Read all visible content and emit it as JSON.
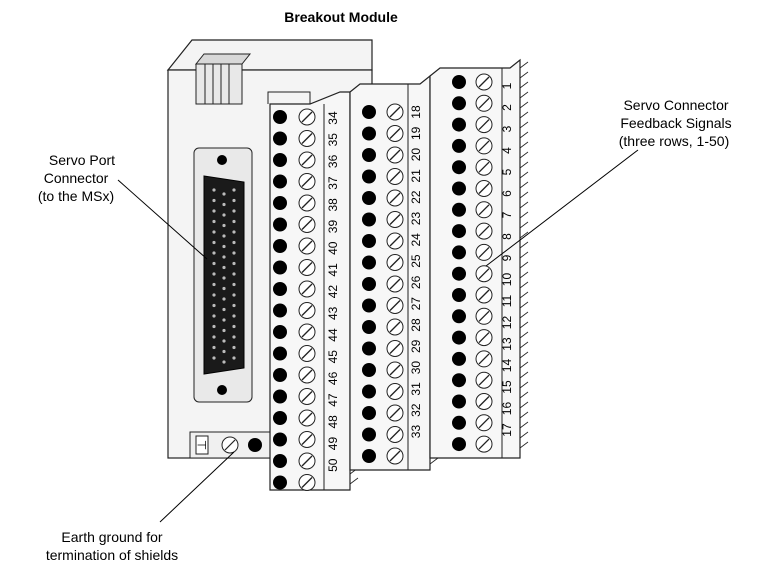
{
  "title": "Breakout Module",
  "callouts": {
    "servo_port": [
      "Servo Port",
      "Connector",
      "(to the MSx)"
    ],
    "feedback": [
      "Servo Connector",
      "Feedback Signals",
      "(three rows, 1-50)"
    ],
    "earth_ground": [
      "Earth ground for",
      "termination of shields"
    ]
  },
  "terminal_strips": {
    "right": {
      "range": [
        1,
        17
      ],
      "label_count": 17
    },
    "middle": {
      "range": [
        18,
        33
      ],
      "label_count": 16
    },
    "left": {
      "range": [
        34,
        50
      ],
      "label_count": 17
    }
  },
  "ground_symbol": "⊥",
  "icons": [
    "screw-terminal-icon",
    "wire-hole-icon",
    "ground-symbol-icon",
    "d-sub-connector-icon"
  ]
}
